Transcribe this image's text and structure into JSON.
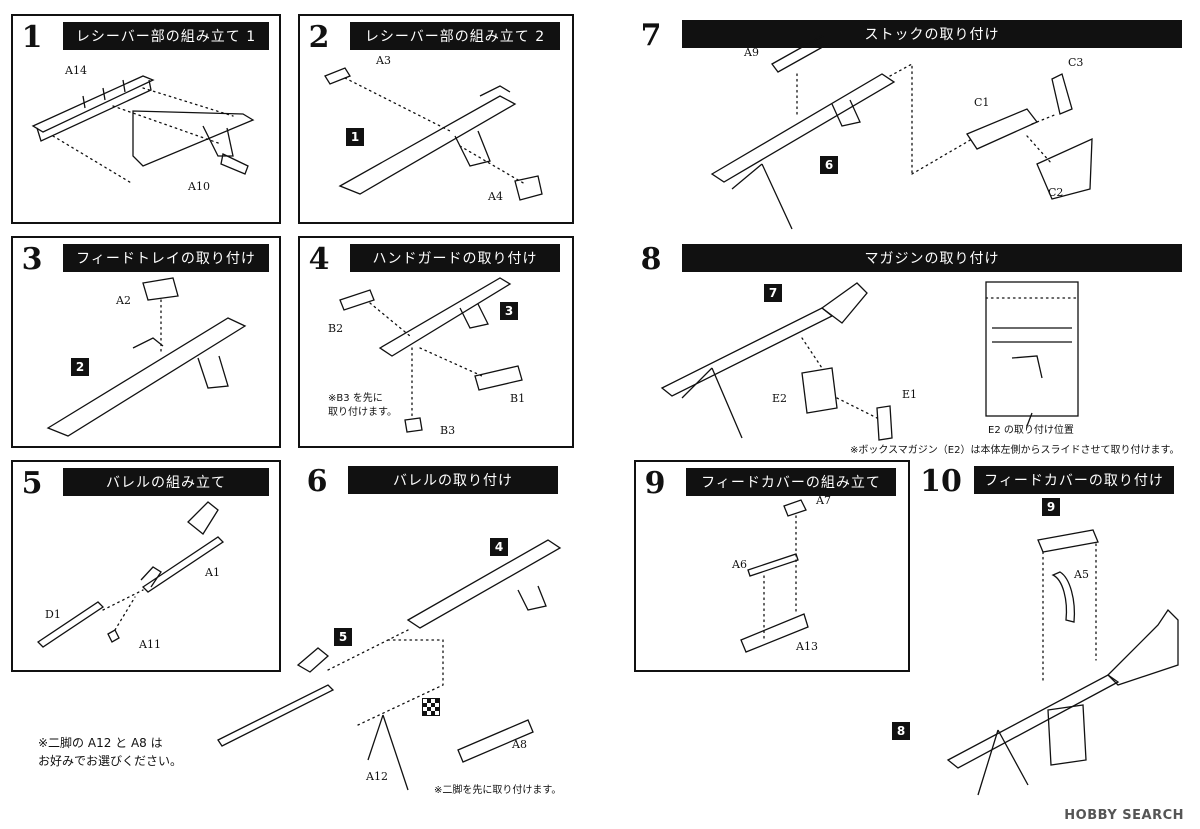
{
  "steps": [
    {
      "num": "1",
      "title": "レシーバー部の組み立て 1"
    },
    {
      "num": "2",
      "title": "レシーバー部の組み立て 2"
    },
    {
      "num": "3",
      "title": "フィードトレイの取り付け"
    },
    {
      "num": "4",
      "title": "ハンドガードの取り付け"
    },
    {
      "num": "5",
      "title": "バレルの組み立て"
    },
    {
      "num": "6",
      "title": "バレルの取り付け"
    },
    {
      "num": "7",
      "title": "ストックの取り付け"
    },
    {
      "num": "8",
      "title": "マガジンの取り付け"
    },
    {
      "num": "9",
      "title": "フィードカバーの組み立て"
    },
    {
      "num": "10",
      "title": "フィードカバーの取り付け"
    }
  ],
  "parts": {
    "a14": "A14",
    "a10": "A10",
    "a3": "A3",
    "a4": "A4",
    "a2": "A2",
    "b1": "B1",
    "b2": "B2",
    "b3": "B3",
    "a1": "A1",
    "a11": "A11",
    "d1": "D1",
    "a12": "A12",
    "a8": "A8",
    "a9": "A9",
    "c1": "C1",
    "c2": "C2",
    "c3": "C3",
    "e1": "E1",
    "e2": "E2",
    "a7": "A7",
    "a6": "A6",
    "a13": "A13",
    "a5": "A5"
  },
  "refs": {
    "s2_1": "1",
    "s3_2": "2",
    "s4_3": "3",
    "s6_4": "4",
    "s6_5": "5",
    "s7_6": "6",
    "s8_7": "7",
    "s10_9": "9",
    "s10_8": "8"
  },
  "notes": {
    "b3_first_1": "※B3 を先に",
    "b3_first_2": "取り付けます。",
    "bipod_choice_1": "※二脚の A12 と A8 は",
    "bipod_choice_2": "お好みでお選びください。",
    "bipod_first": "※二脚を先に取り付けます。",
    "e2_position": "E2 の取り付け位置",
    "box_magazine": "※ボックスマガジン（E2）は本体左側からスライドさせて取り付けます。"
  },
  "watermark": "HOBBY SEARCH"
}
